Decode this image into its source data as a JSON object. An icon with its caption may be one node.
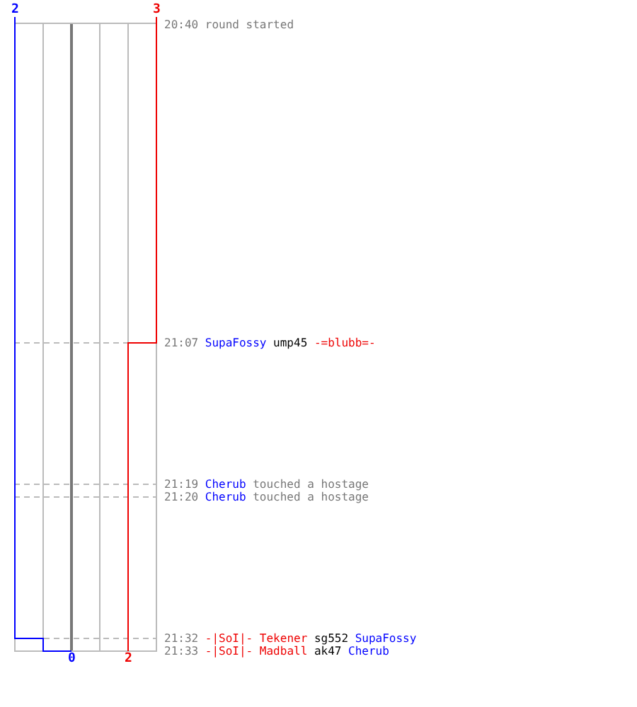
{
  "diagram": {
    "labels": [
      "2",
      "3",
      "20:40",
      "round started",
      "21:07",
      "SupaFossy",
      "ump45",
      "-=blubb=-",
      "21:19",
      "Cherub",
      "touched a hostage",
      "21:20",
      "Cherub",
      "touched a hostage",
      "21:32",
      "-|SoI|- Tekener",
      "sg552",
      "SupaFossy",
      "21:33",
      "-|SoI|- Madball",
      "ak47",
      "Cherub",
      "0",
      "2"
    ]
  }
}
